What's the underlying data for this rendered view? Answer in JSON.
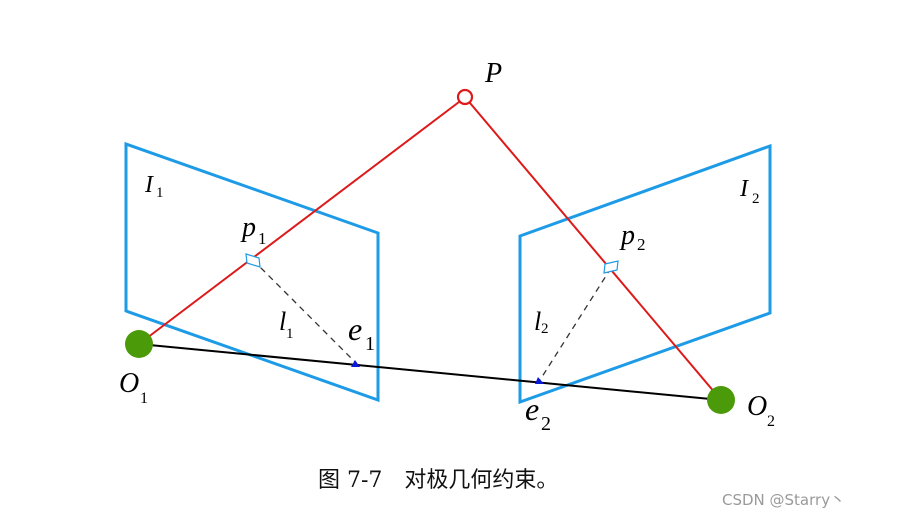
{
  "figure": {
    "caption": "图 7-7　对极几何约束。",
    "watermark": "CSDN @Starry丶"
  },
  "colors": {
    "plane": "#1e9be6",
    "ray": "#dd1a1a",
    "baseline": "#000000",
    "camera_center": "#4b9a0a",
    "epipole": "#0a1ad8",
    "epipolar_line": "#333333"
  },
  "labels": {
    "P": "P",
    "I1": {
      "base": "I",
      "sub": "1"
    },
    "I2": {
      "base": "I",
      "sub": "2"
    },
    "p1": {
      "base": "p",
      "sub": "1"
    },
    "p2": {
      "base": "p",
      "sub": "2"
    },
    "l1": {
      "base": "l",
      "sub": "1"
    },
    "l2": {
      "base": "l",
      "sub": "2"
    },
    "e1": {
      "base": "e",
      "sub": "1"
    },
    "e2": {
      "base": "e",
      "sub": "2"
    },
    "O1": {
      "base": "O",
      "sub": "1"
    },
    "O2": {
      "base": "O",
      "sub": "2"
    }
  }
}
